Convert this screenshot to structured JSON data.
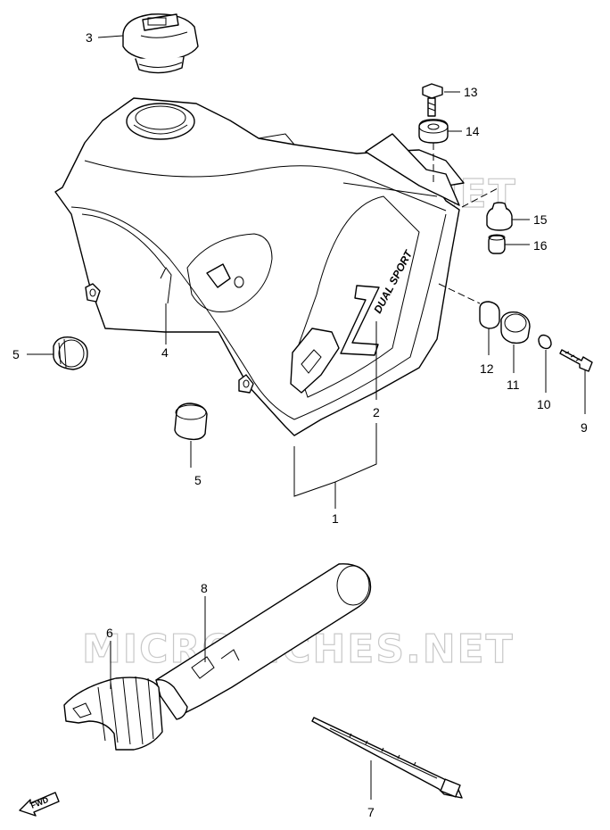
{
  "watermark": "MICROFICHES.NET",
  "decal_text": "DUAL SPORT",
  "fwd_label": "FWD",
  "callouts": {
    "c1": "1",
    "c2": "2",
    "c3": "3",
    "c4": "4",
    "c5a": "5",
    "c5b": "5",
    "c6": "6",
    "c7": "7",
    "c8": "8",
    "c9": "9",
    "c10": "10",
    "c11": "11",
    "c12": "12",
    "c13": "13",
    "c14": "14",
    "c15": "15",
    "c16": "16"
  }
}
